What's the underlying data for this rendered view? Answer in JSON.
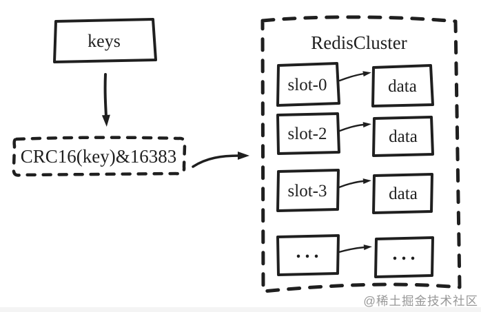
{
  "diagram": {
    "type": "flow-diagram",
    "keys_node": {
      "label": "keys"
    },
    "hash_node": {
      "label": "CRC16(key)&16383"
    },
    "cluster": {
      "title": "RedisCluster",
      "rows": [
        {
          "slot": "slot-0",
          "data": "data"
        },
        {
          "slot": "slot-2",
          "data": "data"
        },
        {
          "slot": "slot-3",
          "data": "data"
        },
        {
          "slot": "...",
          "data": "..."
        }
      ]
    },
    "edges": [
      "keys -> CRC16(key)&16383",
      "CRC16(key)&16383 -> RedisCluster",
      "slot-0 -> data",
      "slot-2 -> data",
      "slot-3 -> data",
      "... -> ..."
    ],
    "colors": {
      "ink": "#1f1f1f",
      "background": "#ffffff",
      "watermark": "#989898"
    }
  },
  "watermark": {
    "text": "@稀土掘金技术社区"
  }
}
